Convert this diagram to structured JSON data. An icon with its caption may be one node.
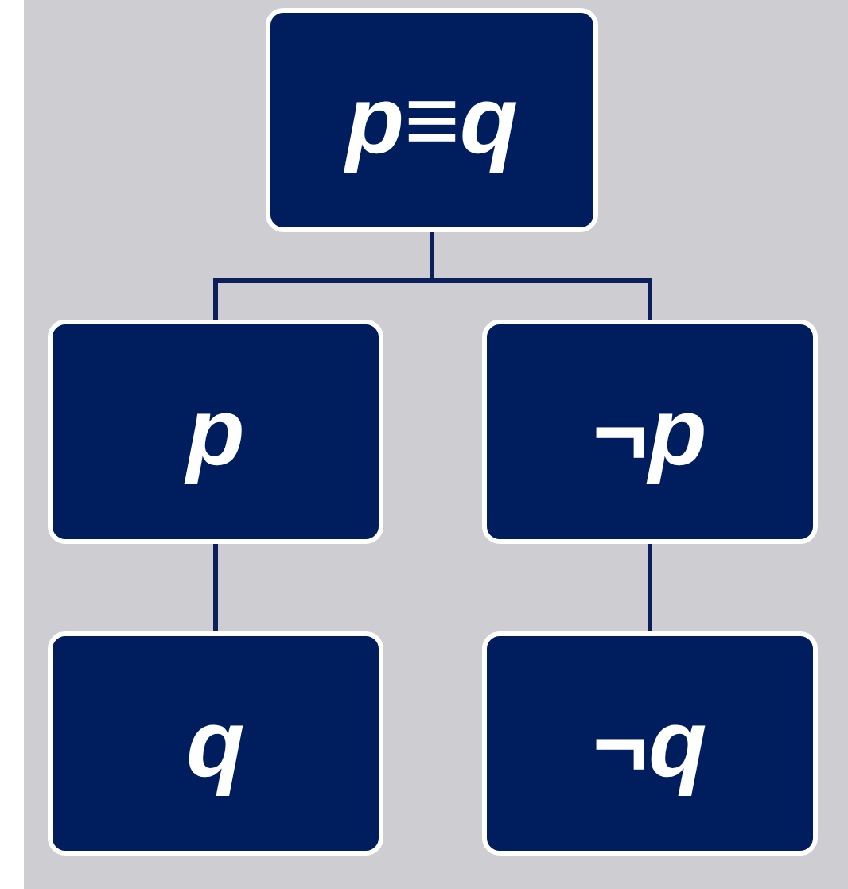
{
  "diagram": {
    "nodes": [
      {
        "text": [
          "p≡q"
        ]
      },
      {
        "text": [
          "p"
        ]
      },
      {
        "text": [
          "¬p"
        ]
      },
      {
        "text": [
          "q"
        ]
      },
      {
        "text": [
          "¬q"
        ]
      }
    ],
    "edges": [
      {
        "from": 0,
        "to": 1,
        "arrow": "none"
      },
      {
        "from": 0,
        "to": 2,
        "arrow": "none"
      },
      {
        "from": 1,
        "to": 3,
        "arrow": "none"
      },
      {
        "from": 2,
        "to": 4,
        "arrow": "none"
      }
    ]
  }
}
